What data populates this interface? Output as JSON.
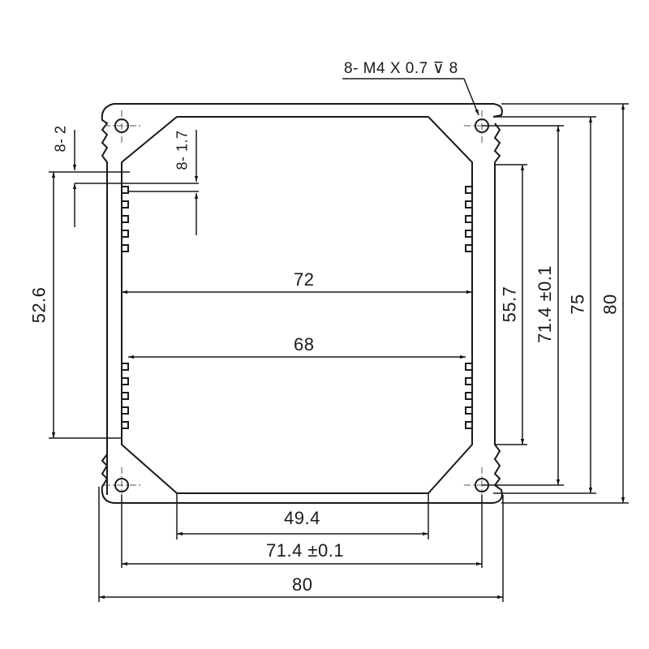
{
  "drawing": {
    "type": "aluminum enclosure profile cross-section",
    "callout": "8- M4 X 0.7 ⊽ 8",
    "dimensions": {
      "top_fin_pitch": "8- 2",
      "fin_depth": "8- 1.7",
      "left_height": "52.6",
      "inner_width_top": "72",
      "inner_width_mid": "68",
      "right_inner_height": "55.7",
      "right_hole_spacing": "71.4 ±0.1",
      "right_height_inner": "75",
      "right_height_outer": "80",
      "bottom_flat_width": "49.4",
      "bottom_hole_spacing": "71.4 ±0.1",
      "bottom_overall_width": "80"
    },
    "colors": {
      "line": "#1a1a1a",
      "background": "#ffffff"
    }
  }
}
